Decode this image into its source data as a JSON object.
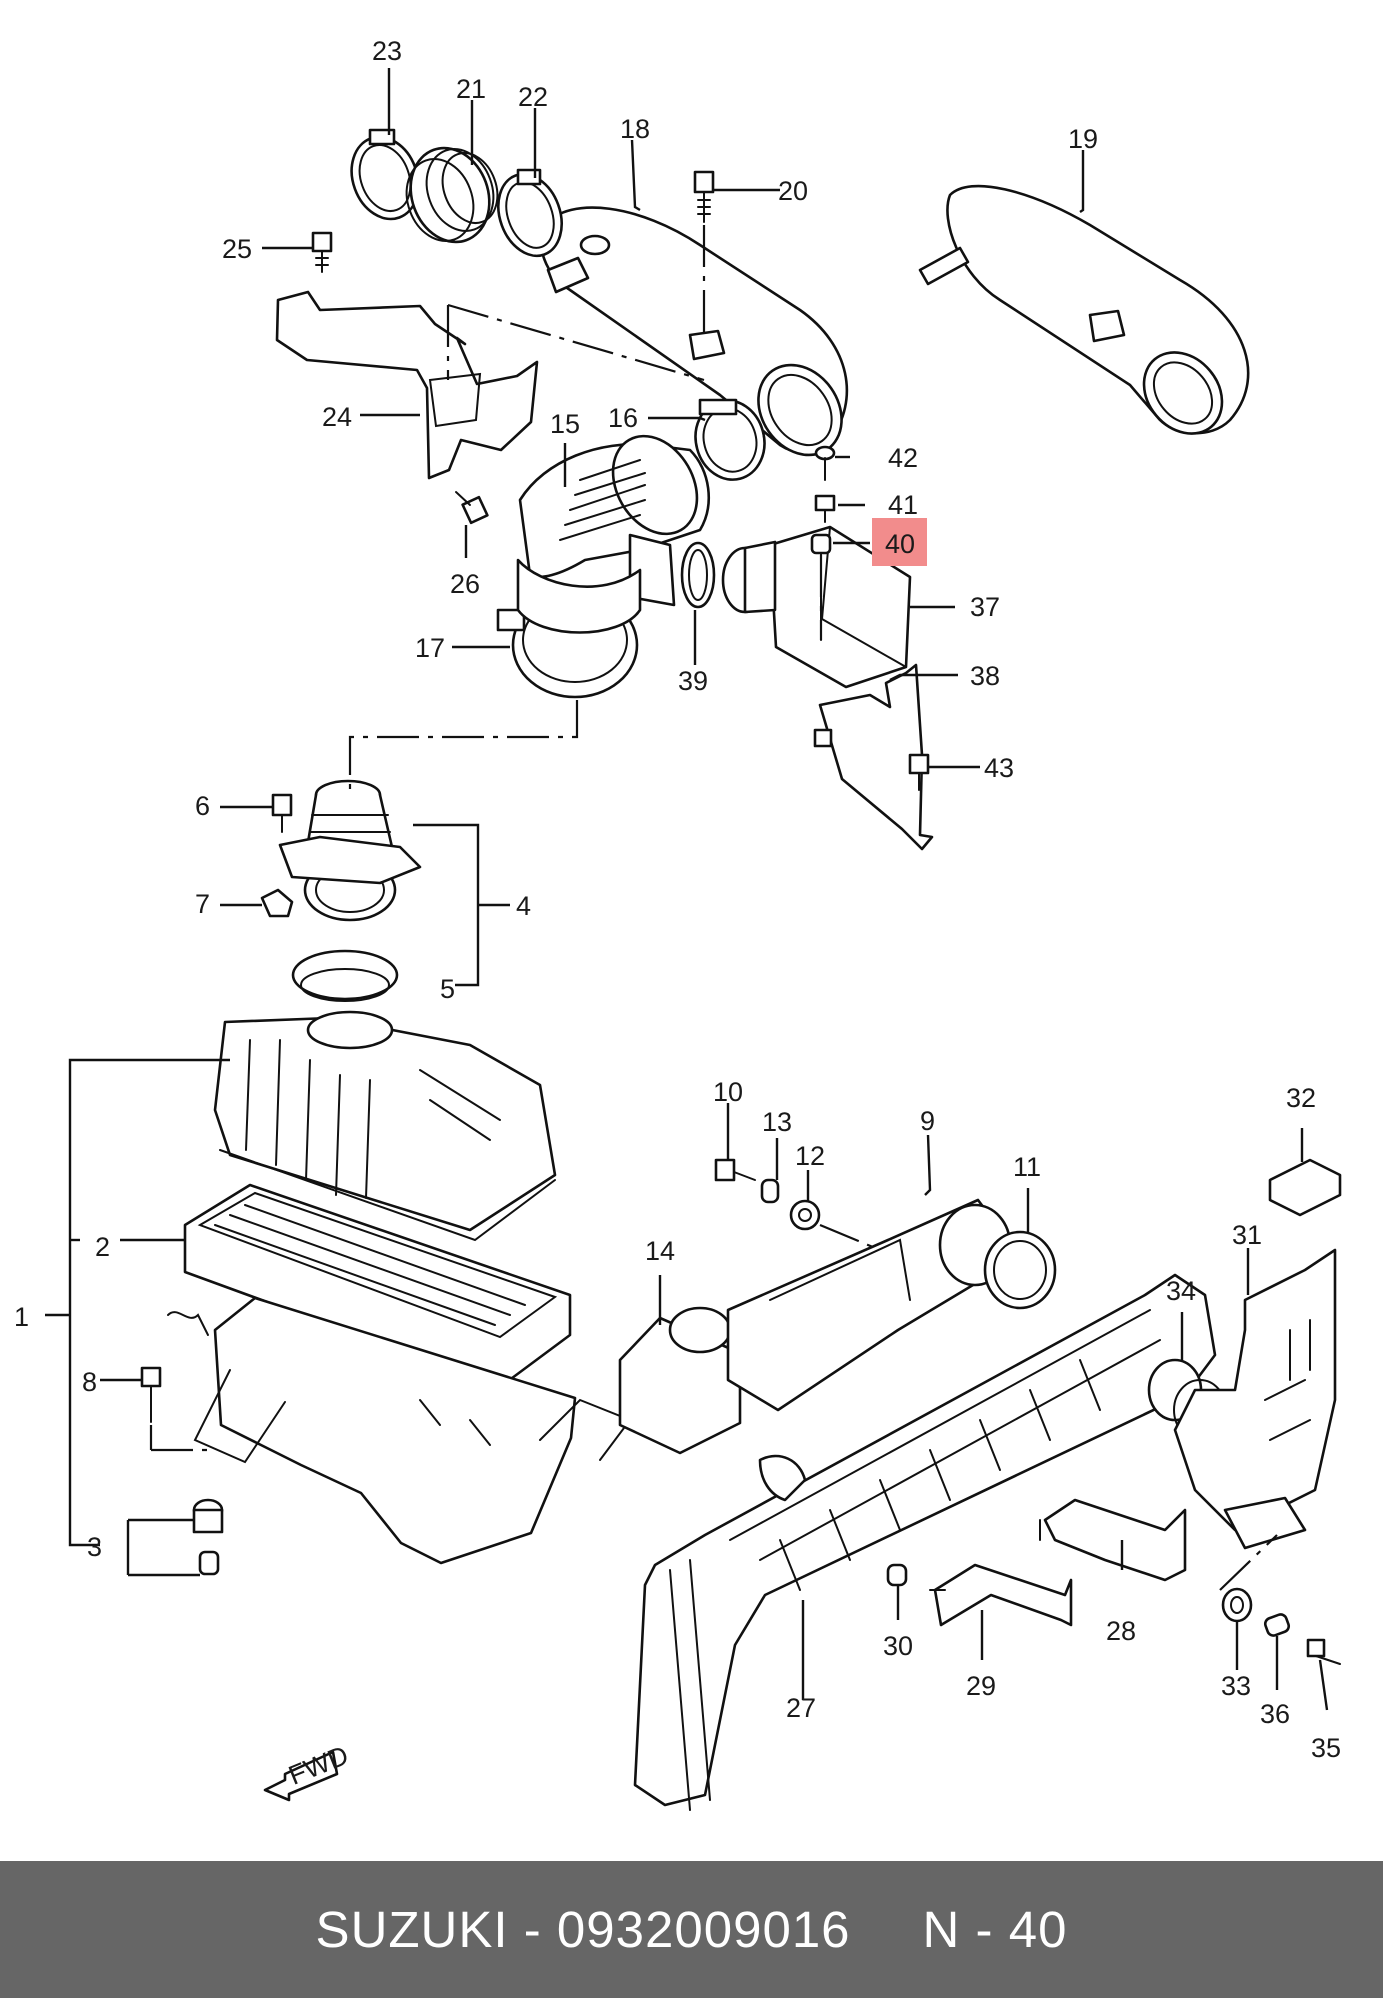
{
  "diagram": {
    "callouts": [
      "1",
      "2",
      "3",
      "4",
      "5",
      "6",
      "7",
      "8",
      "9",
      "10",
      "11",
      "12",
      "13",
      "14",
      "15",
      "16",
      "17",
      "18",
      "19",
      "20",
      "21",
      "22",
      "23",
      "24",
      "25",
      "26",
      "27",
      "28",
      "29",
      "30",
      "31",
      "32",
      "33",
      "34",
      "35",
      "36",
      "37",
      "38",
      "39",
      "40",
      "41",
      "42",
      "43"
    ],
    "highlighted_callout": "40",
    "highlight_color": "#F28C8C",
    "fwd_label": "FWD"
  },
  "footer": {
    "brand": "SUZUKI",
    "separator": " - ",
    "part_number": "0932009016",
    "position_label": "N - 40",
    "background": "#666666"
  }
}
